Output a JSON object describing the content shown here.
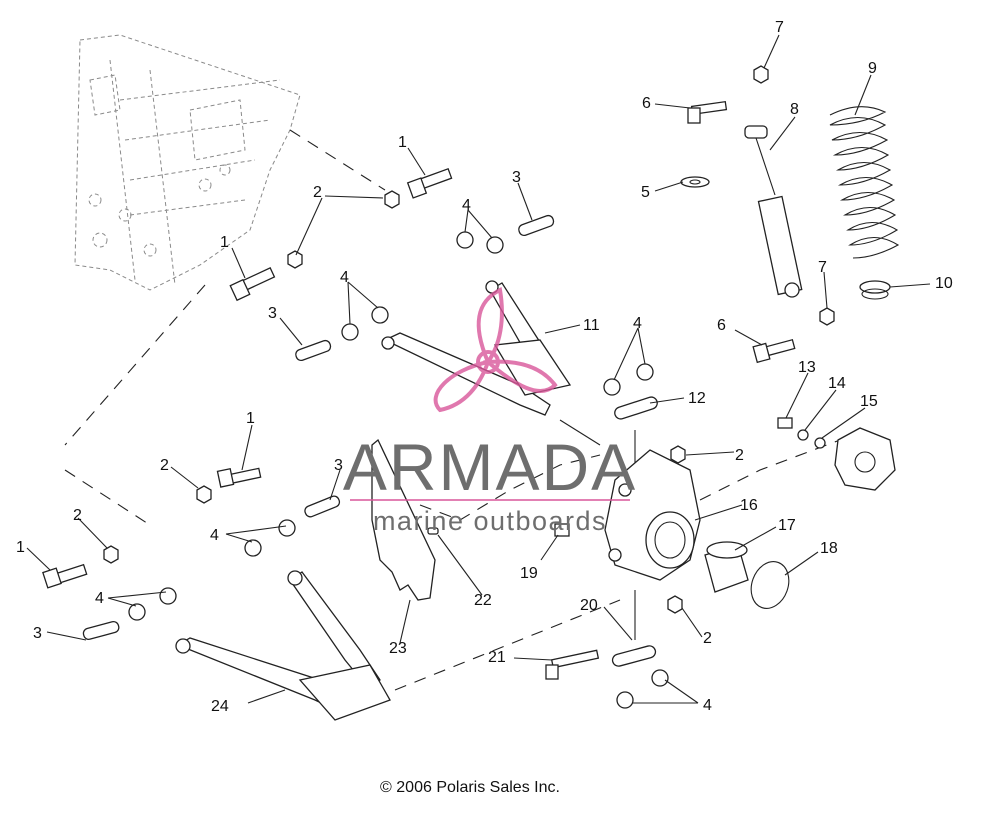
{
  "copyright": "© 2006 Polaris Sales Inc.",
  "watermark": {
    "brand": "ARMADA",
    "tagline": "marine outboards",
    "color": "#d9579a"
  },
  "callouts": {
    "c1a": "1",
    "c1b": "1",
    "c1c": "1",
    "c1d": "1",
    "c2a": "2",
    "c2b": "2",
    "c2c": "2",
    "c2d": "2",
    "c2e": "2",
    "c3a": "3",
    "c3b": "3",
    "c3c": "3",
    "c3d": "3",
    "c4a": "4",
    "c4b": "4",
    "c4c": "4",
    "c4d": "4",
    "c4e": "4",
    "c4f": "4",
    "c5": "5",
    "c6a": "6",
    "c6b": "6",
    "c7a": "7",
    "c7b": "7",
    "c8": "8",
    "c9": "9",
    "c10": "10",
    "c11": "11",
    "c12": "12",
    "c13": "13",
    "c14": "14",
    "c15": "15",
    "c16": "16",
    "c17": "17",
    "c18": "18",
    "c19": "19",
    "c20": "20",
    "c21": "21",
    "c22": "22",
    "c23": "23",
    "c24": "24"
  }
}
